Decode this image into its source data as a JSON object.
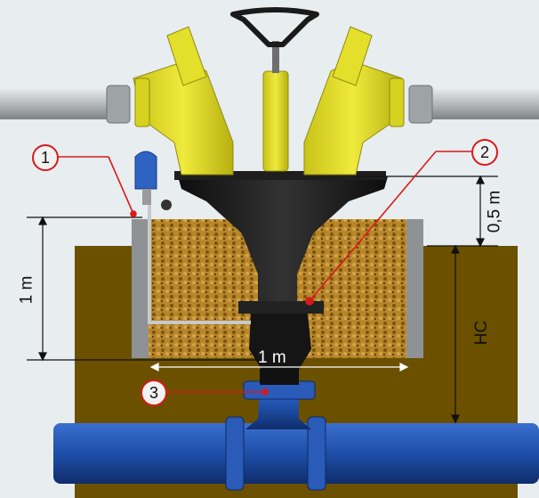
{
  "diagram": {
    "callouts": [
      "1",
      "2",
      "3"
    ],
    "dimensions": {
      "left_height": "1 m",
      "offset": "0,5 m",
      "depth": "HC",
      "width": "1 m"
    },
    "colors": {
      "background": "#e8edf0",
      "soil": "#6b5000",
      "gravel": "#b8862a",
      "hydrant_yellow": "#e8e22a",
      "body_black": "#1a1a1a",
      "pipe_blue": "#1e4fa8",
      "pipe_grey": "#b4b8bb",
      "callout_red": "#d81a1a"
    }
  }
}
